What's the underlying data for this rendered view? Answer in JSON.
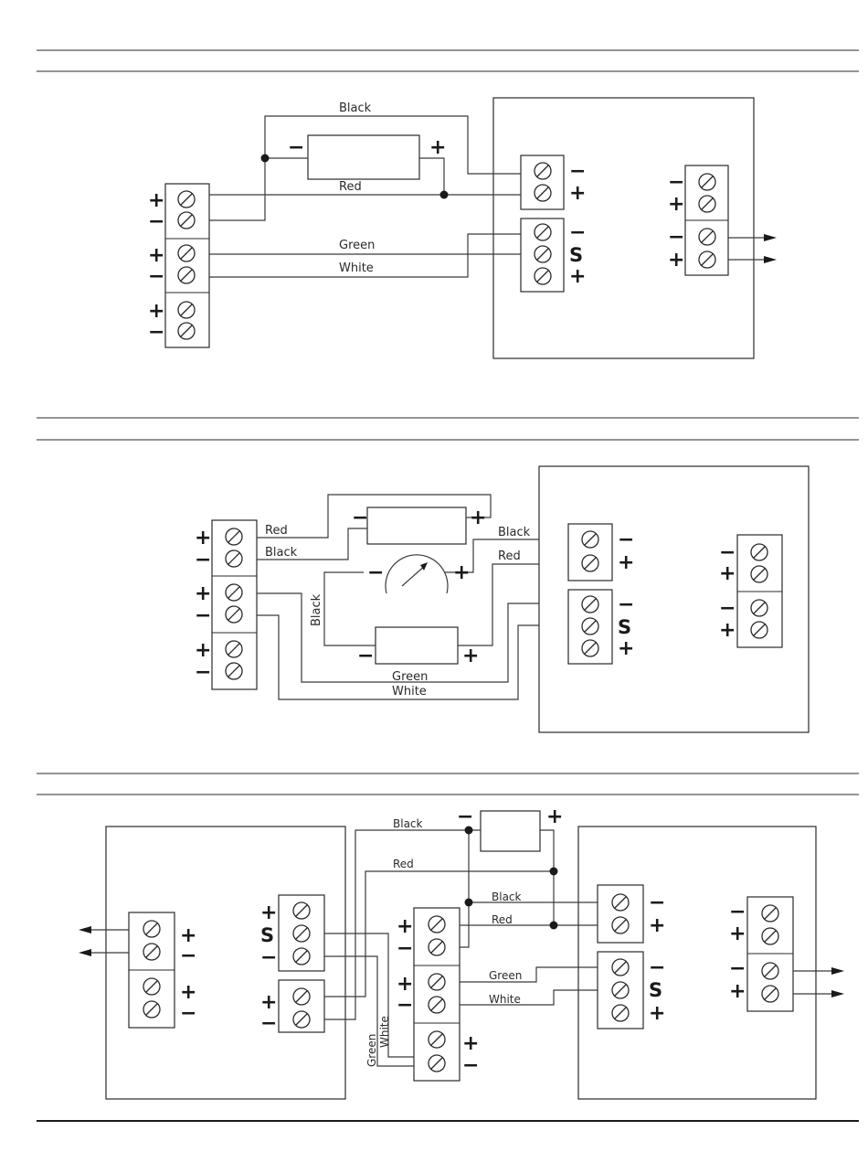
{
  "labels": {
    "black": "Black",
    "red": "Red",
    "green": "Green",
    "white": "White",
    "plus": "+",
    "minus": "−",
    "signal": "S"
  }
}
